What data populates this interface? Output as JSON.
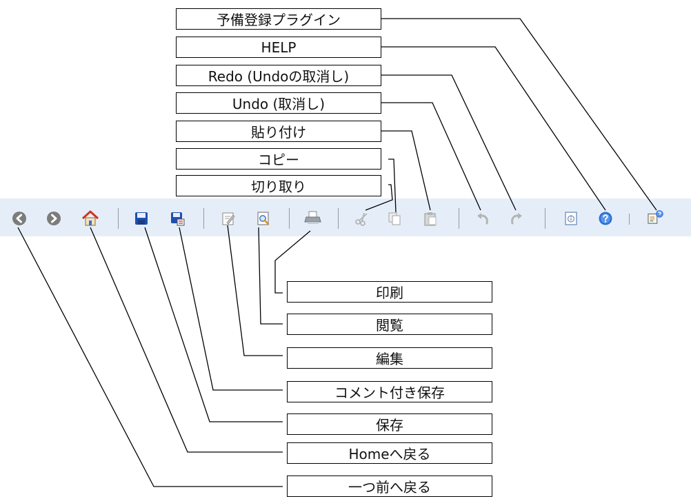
{
  "top_labels": {
    "plugin": "予備登録プラグイン",
    "help": "HELP",
    "redo": "Redo (Undoの取消し)",
    "undo": "Undo (取消し)",
    "paste": "貼り付け",
    "copy": "コピー",
    "cut": "切り取り"
  },
  "bottom_labels": {
    "print": "印刷",
    "preview": "閲覧",
    "edit": "編集",
    "save_with_comment": "コメント付き保存",
    "save": "保存",
    "home": "Homeへ戻る",
    "back": "一つ前へ戻る"
  },
  "toolbar": {
    "icons": [
      "back-arrow-icon",
      "forward-arrow-icon",
      "home-icon",
      "save-icon",
      "save-with-comment-icon",
      "edit-icon",
      "preview-icon",
      "print-icon",
      "cut-icon",
      "copy-icon",
      "paste-icon",
      "undo-icon",
      "redo-icon",
      "info-icon",
      "help-icon",
      "plugin-icon"
    ],
    "colors": {
      "background": "#e5eef8",
      "nav_gray": "#7c7c7c",
      "save_blue": "#1f4fb0",
      "home_red": "#d0321e",
      "help_blue": "#2a6fd6",
      "disabled_gray": "#b4b4b4"
    }
  }
}
